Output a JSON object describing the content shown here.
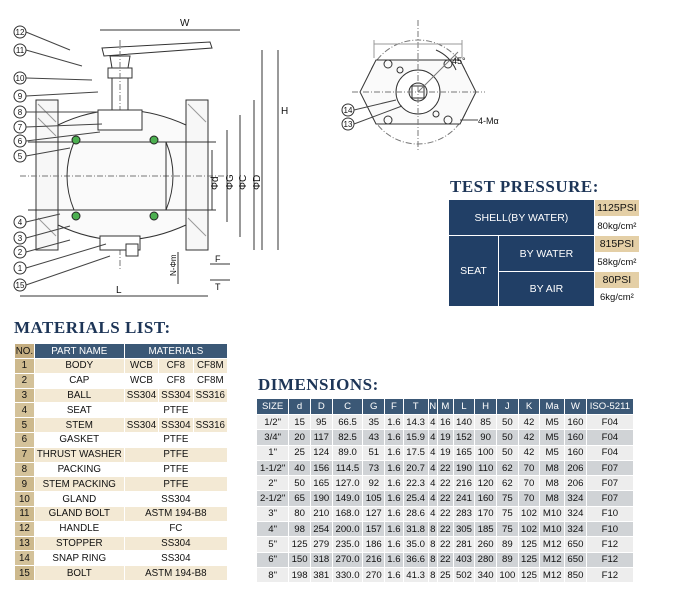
{
  "drawing": {
    "dim_w": "W",
    "dim_h": "H",
    "dim_l": "L",
    "dim_f": "F",
    "dim_t": "T",
    "dim_n": "N-Φm",
    "dim_d": "Φd",
    "dim_g": "ΦG",
    "dim_c": "ΦC",
    "dim_dd": "ΦD",
    "angle": "45°",
    "holes": "4-Mα",
    "callouts_side": [
      "12",
      "11",
      "10",
      "9",
      "8",
      "7",
      "6",
      "5",
      "4",
      "3",
      "2",
      "1",
      "15"
    ],
    "callouts_top": [
      "14",
      "13"
    ]
  },
  "test_pressure": {
    "title": "TEST PRESSURE:",
    "shell_label": "SHELL(BY WATER)",
    "shell_psi": "1125PSI",
    "shell_kg": "80kg/cm²",
    "seat_label": "SEAT",
    "by_water_label": "BY WATER",
    "by_water_psi": "815PSI",
    "by_water_kg": "58kg/cm²",
    "by_air_label": "BY AIR",
    "by_air_psi": "80PSI",
    "by_air_kg": "6kg/cm²"
  },
  "materials": {
    "title": "MATERIALS LIST:",
    "headers": [
      "NO.",
      "PART NAME",
      "MATERIALS"
    ],
    "rows": [
      {
        "no": "1",
        "part": "BODY",
        "m": [
          "WCB",
          "CF8",
          "CF8M"
        ]
      },
      {
        "no": "2",
        "part": "CAP",
        "m": [
          "WCB",
          "CF8",
          "CF8M"
        ]
      },
      {
        "no": "3",
        "part": "BALL",
        "m": [
          "SS304",
          "SS304",
          "SS316"
        ]
      },
      {
        "no": "4",
        "part": "SEAT",
        "m": [
          "PTFE"
        ]
      },
      {
        "no": "5",
        "part": "STEM",
        "m": [
          "SS304",
          "SS304",
          "SS316"
        ]
      },
      {
        "no": "6",
        "part": "GASKET",
        "m": [
          "PTFE"
        ]
      },
      {
        "no": "7",
        "part": "THRUST WASHER",
        "m": [
          "PTFE"
        ]
      },
      {
        "no": "8",
        "part": "PACKING",
        "m": [
          "PTFE"
        ]
      },
      {
        "no": "9",
        "part": "STEM PACKING",
        "m": [
          "PTFE"
        ]
      },
      {
        "no": "10",
        "part": "GLAND",
        "m": [
          "SS304"
        ]
      },
      {
        "no": "11",
        "part": "GLAND BOLT",
        "m": [
          "ASTM 194-B8"
        ]
      },
      {
        "no": "12",
        "part": "HANDLE",
        "m": [
          "FC"
        ]
      },
      {
        "no": "13",
        "part": "STOPPER",
        "m": [
          "SS304"
        ]
      },
      {
        "no": "14",
        "part": "SNAP RING",
        "m": [
          "SS304"
        ]
      },
      {
        "no": "15",
        "part": "BOLT",
        "m": [
          "ASTM 194-B8"
        ]
      }
    ]
  },
  "dimensions": {
    "title": "DIMENSIONS:",
    "headers": [
      "SIZE",
      "d",
      "D",
      "C",
      "G",
      "F",
      "T",
      "N",
      "M",
      "L",
      "H",
      "J",
      "K",
      "Ma",
      "W",
      "ISO-5211"
    ],
    "rows": [
      [
        "1/2\"",
        "15",
        "95",
        "66.5",
        "35",
        "1.6",
        "14.3",
        "4",
        "16",
        "140",
        "85",
        "50",
        "42",
        "M5",
        "160",
        "F04"
      ],
      [
        "3/4\"",
        "20",
        "117",
        "82.5",
        "43",
        "1.6",
        "15.9",
        "4",
        "19",
        "152",
        "90",
        "50",
        "42",
        "M5",
        "160",
        "F04"
      ],
      [
        "1\"",
        "25",
        "124",
        "89.0",
        "51",
        "1.6",
        "17.5",
        "4",
        "19",
        "165",
        "100",
        "50",
        "42",
        "M5",
        "160",
        "F04"
      ],
      [
        "1-1/2\"",
        "40",
        "156",
        "114.5",
        "73",
        "1.6",
        "20.7",
        "4",
        "22",
        "190",
        "110",
        "62",
        "70",
        "M8",
        "206",
        "F07"
      ],
      [
        "2\"",
        "50",
        "165",
        "127.0",
        "92",
        "1.6",
        "22.3",
        "4",
        "22",
        "216",
        "120",
        "62",
        "70",
        "M8",
        "206",
        "F07"
      ],
      [
        "2-1/2\"",
        "65",
        "190",
        "149.0",
        "105",
        "1.6",
        "25.4",
        "4",
        "22",
        "241",
        "160",
        "75",
        "70",
        "M8",
        "324",
        "F07"
      ],
      [
        "3\"",
        "80",
        "210",
        "168.0",
        "127",
        "1.6",
        "28.6",
        "4",
        "22",
        "283",
        "170",
        "75",
        "102",
        "M10",
        "324",
        "F10"
      ],
      [
        "4\"",
        "98",
        "254",
        "200.0",
        "157",
        "1.6",
        "31.8",
        "8",
        "22",
        "305",
        "185",
        "75",
        "102",
        "M10",
        "324",
        "F10"
      ],
      [
        "5\"",
        "125",
        "279",
        "235.0",
        "186",
        "1.6",
        "35.0",
        "8",
        "22",
        "281",
        "260",
        "89",
        "125",
        "M12",
        "650",
        "F12"
      ],
      [
        "6\"",
        "150",
        "318",
        "270.0",
        "216",
        "1.6",
        "36.6",
        "8",
        "22",
        "403",
        "280",
        "89",
        "125",
        "M12",
        "650",
        "F12"
      ],
      [
        "8\"",
        "198",
        "381",
        "330.0",
        "270",
        "1.6",
        "41.3",
        "8",
        "25",
        "502",
        "340",
        "100",
        "125",
        "M12",
        "850",
        "F12"
      ]
    ]
  }
}
